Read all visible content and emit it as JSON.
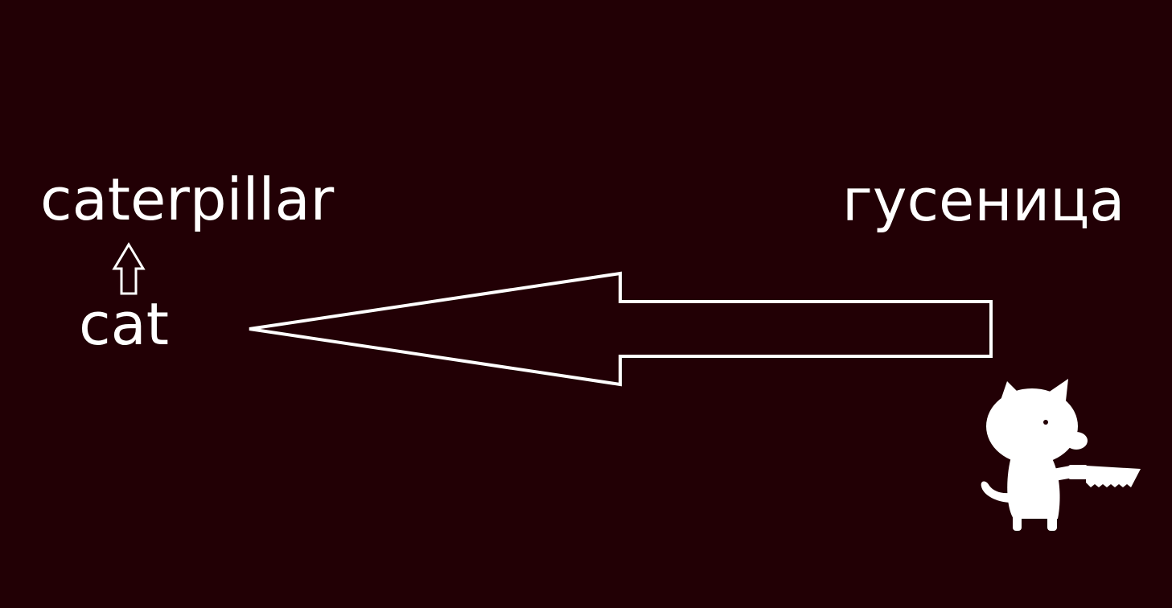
{
  "words": {
    "english_long": "caterpillar",
    "english_short": "cat",
    "russian": "гусеница"
  },
  "colors": {
    "background": "#220005",
    "foreground": "#ffffff"
  },
  "icons": {
    "small_arrow": "up-arrow-icon",
    "big_arrow": "left-arrow-icon",
    "mascot": "cat-with-knife-icon"
  }
}
